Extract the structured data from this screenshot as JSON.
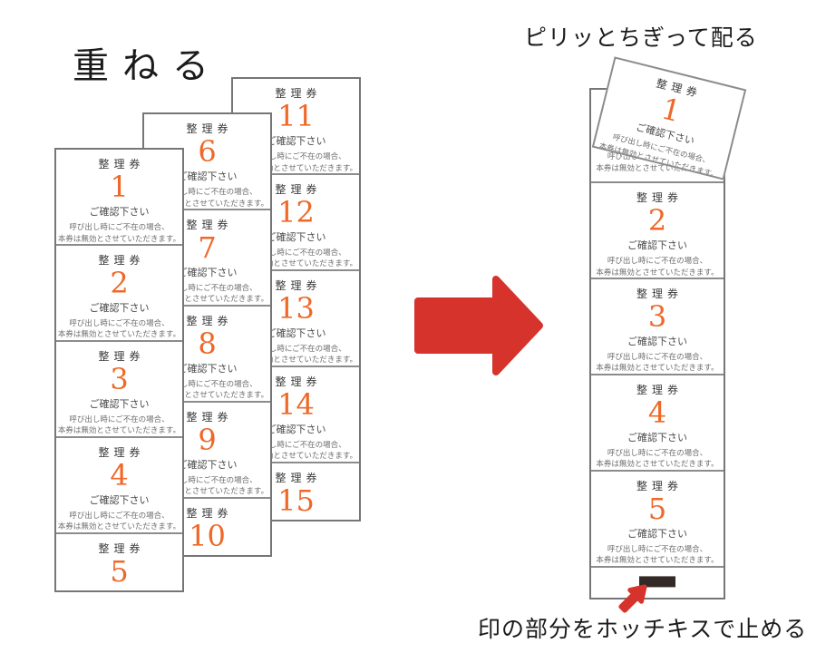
{
  "captions": {
    "step1": "重ねる",
    "step2": "ピリッとちぎって配る",
    "step3": "印の部分をホッチキスで止める"
  },
  "ticket": {
    "header": "整理券",
    "confirm": "ご確認下さい",
    "note_line1": "呼び出し時にご不在の場合、",
    "note_line2": "本券は無効とさせていただきます。"
  },
  "stacked_strips": [
    {
      "numbers": [
        "1",
        "2",
        "3",
        "4",
        "5"
      ]
    },
    {
      "numbers": [
        "6",
        "7",
        "8",
        "9",
        "10"
      ]
    },
    {
      "numbers": [
        "11",
        "12",
        "13",
        "14",
        "15"
      ]
    }
  ],
  "result_strip": {
    "torn_ticket_number": "1",
    "numbers": [
      "2",
      "3",
      "4",
      "5"
    ]
  },
  "icons": {
    "big_arrow": "right-arrow",
    "staple_arrow": "up-right-arrow",
    "staple_mark": "staple-mark-bar"
  },
  "colors": {
    "arrow_red": "#d5332c",
    "number_orange": "#ee6928",
    "border_gray": "#767676",
    "staple_black": "#332a27"
  }
}
